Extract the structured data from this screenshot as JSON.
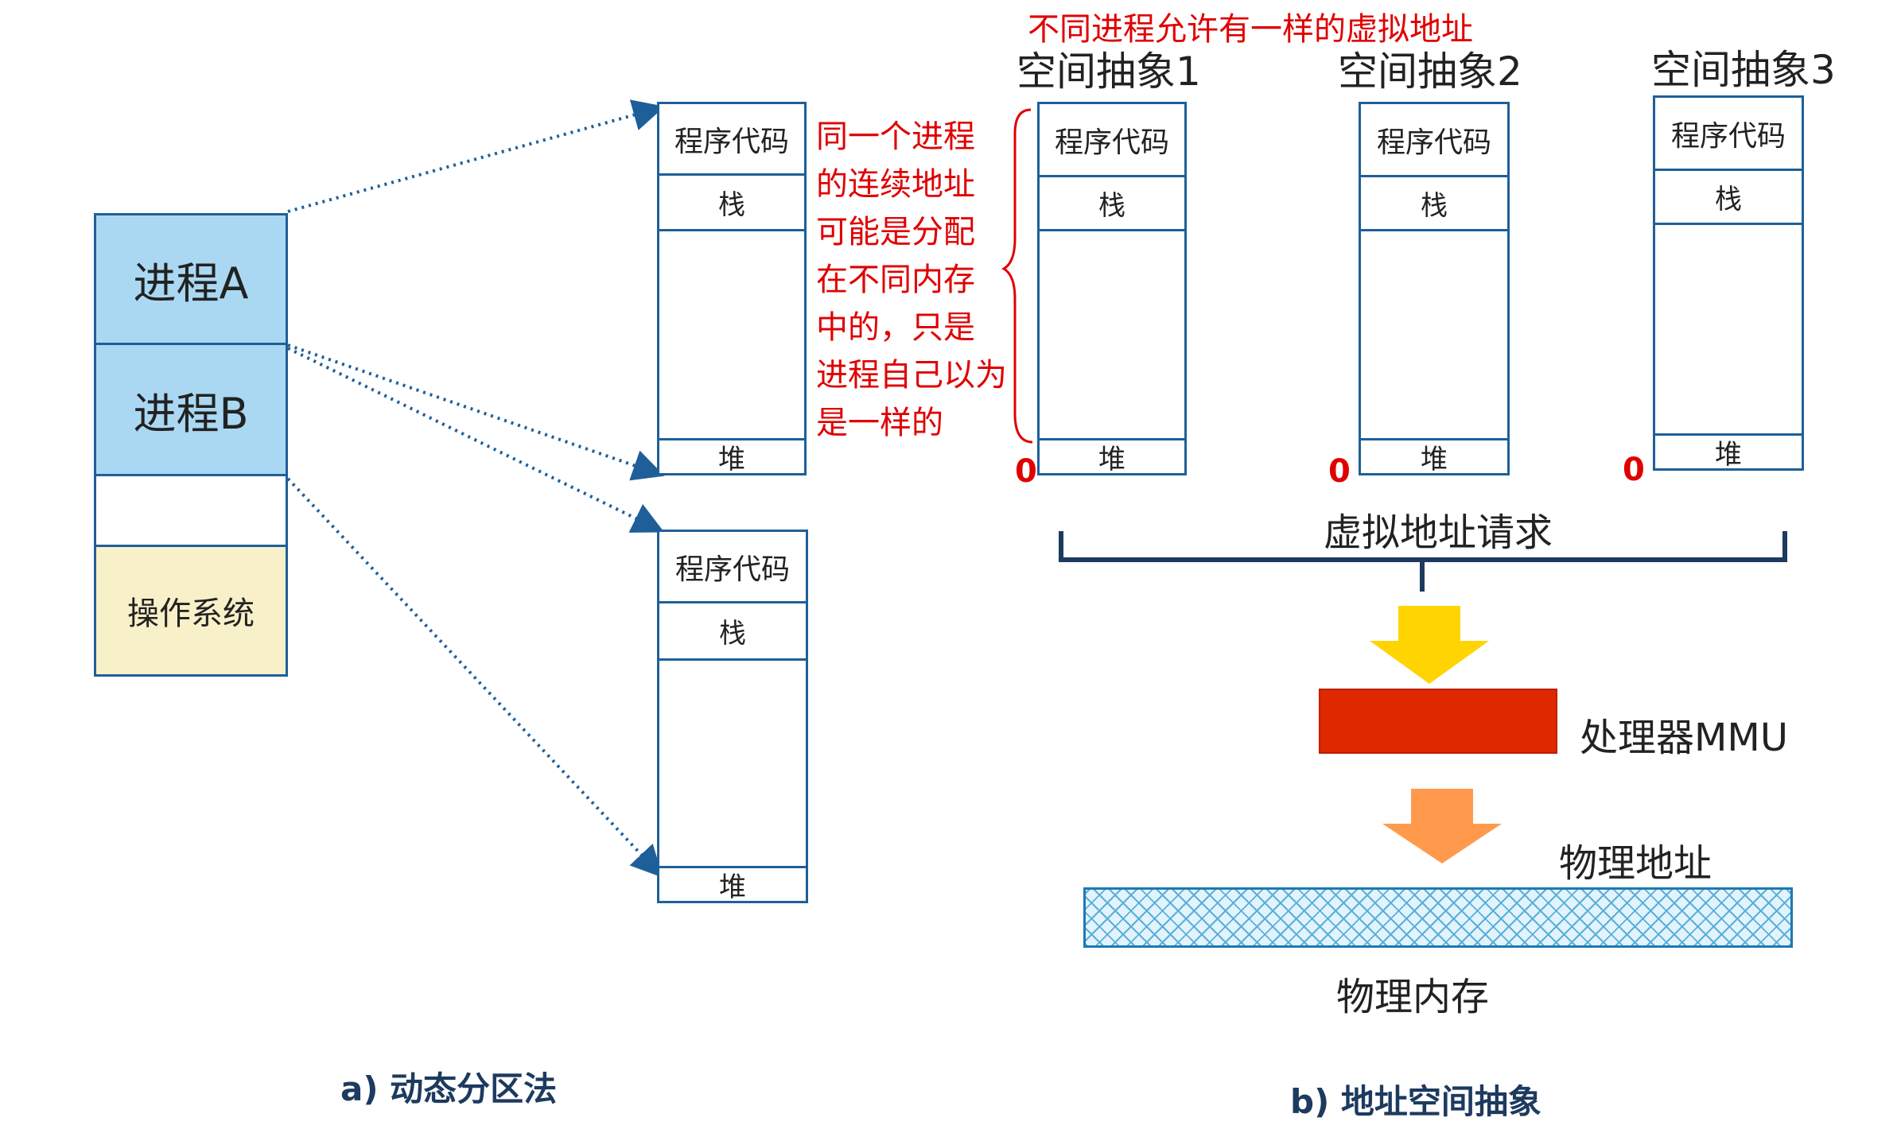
{
  "physical_memory": {
    "process_a": "进程A",
    "process_b": "进程B",
    "os": "操作系统"
  },
  "segment_labels": {
    "code": "程序代码",
    "stack": "栈",
    "heap": "堆"
  },
  "left_note": {
    "lines": [
      "同一个进程",
      "的连续地址",
      "可能是分配",
      "在不同内存",
      "中的，只是",
      "进程自己以为",
      "是一样的"
    ]
  },
  "top_note": "不同进程允许有一样的虚拟地址",
  "spaces": [
    {
      "title": "空间抽象1",
      "zero": "0"
    },
    {
      "title": "空间抽象2",
      "zero": "0"
    },
    {
      "title": "空间抽象3",
      "zero": "0"
    }
  ],
  "virtual_request": "虚拟地址请求",
  "mmu_label": "处理器MMU",
  "physical_address_label": "物理地址",
  "physical_memory_label": "物理内存",
  "captions": {
    "a": "a) 动态分区法",
    "b": "b) 地址空间抽象"
  },
  "colors": {
    "outline_blue": "#1f5f99",
    "process_fill": "#aad8f2",
    "os_fill": "#f8f0c8",
    "annotation_red": "#e00000",
    "arrow_yellow": "#ffd400",
    "mmu_red": "#e02800",
    "arrow_orange": "#ff9a4d"
  }
}
